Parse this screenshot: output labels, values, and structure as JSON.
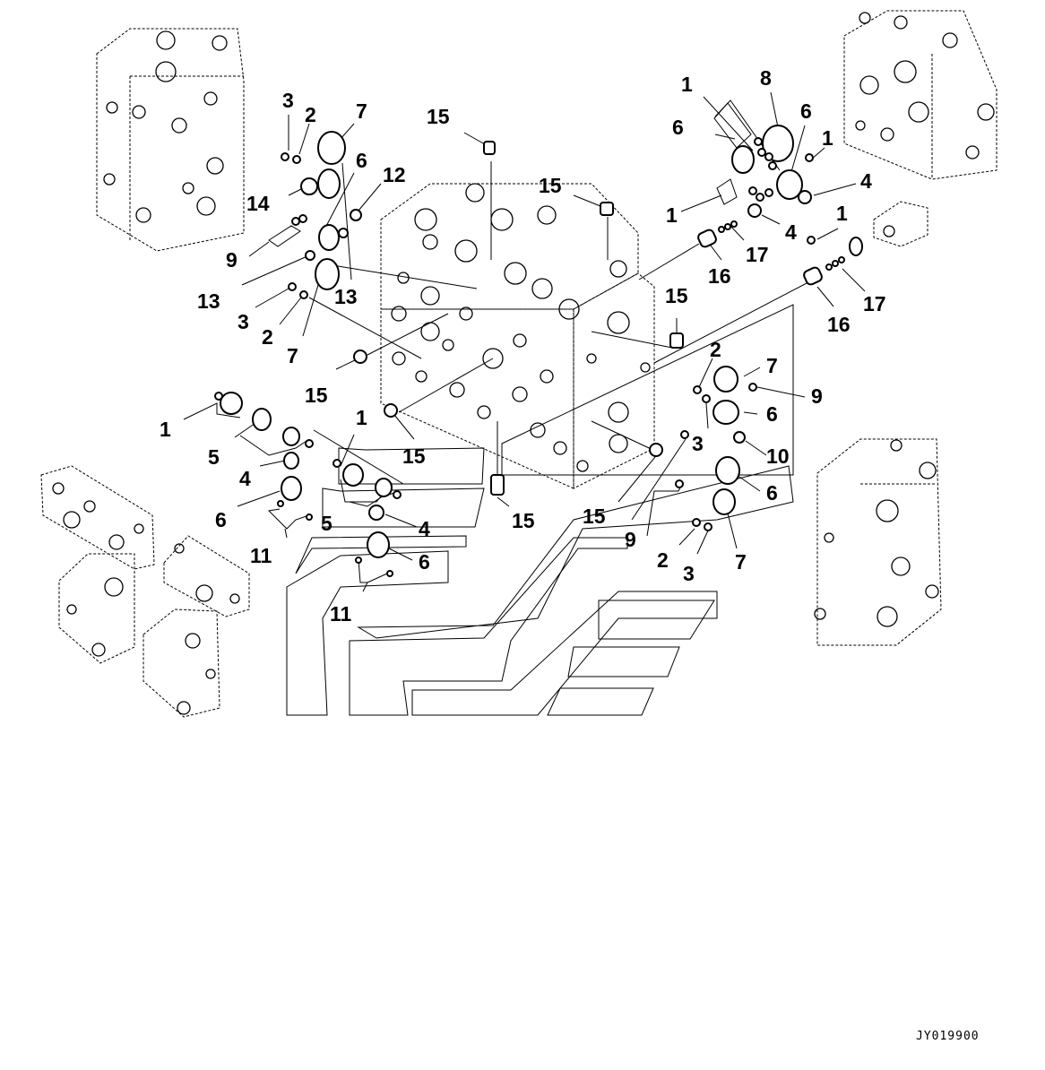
{
  "diagram_code": "JY019900",
  "callout_labels": {
    "c1": "1",
    "c2": "1",
    "c3": "1",
    "c4": "1",
    "c5": "1",
    "c6": "2",
    "c7": "2",
    "c8": "2",
    "c9": "2",
    "c10": "3",
    "c11": "3",
    "c12": "3",
    "c13": "3",
    "c14": "4",
    "c15": "4",
    "c16": "4",
    "c17": "4",
    "c18": "5",
    "c19": "5",
    "c20": "6",
    "c21": "6",
    "c22": "6",
    "c23": "6",
    "c24": "6",
    "c25": "6",
    "c26": "6",
    "c27": "7",
    "c28": "7",
    "c29": "7",
    "c30": "7",
    "c31": "8",
    "c32": "9",
    "c33": "9",
    "c34": "9",
    "c35": "10",
    "c36": "11",
    "c37": "11",
    "c38": "12",
    "c39": "13",
    "c40": "13",
    "c41": "14",
    "c42": "15",
    "c43": "15",
    "c44": "15",
    "c45": "15",
    "c46": "15",
    "c47": "15",
    "c48": "15",
    "c49": "16",
    "c50": "16",
    "c51": "17",
    "c52": "17"
  }
}
